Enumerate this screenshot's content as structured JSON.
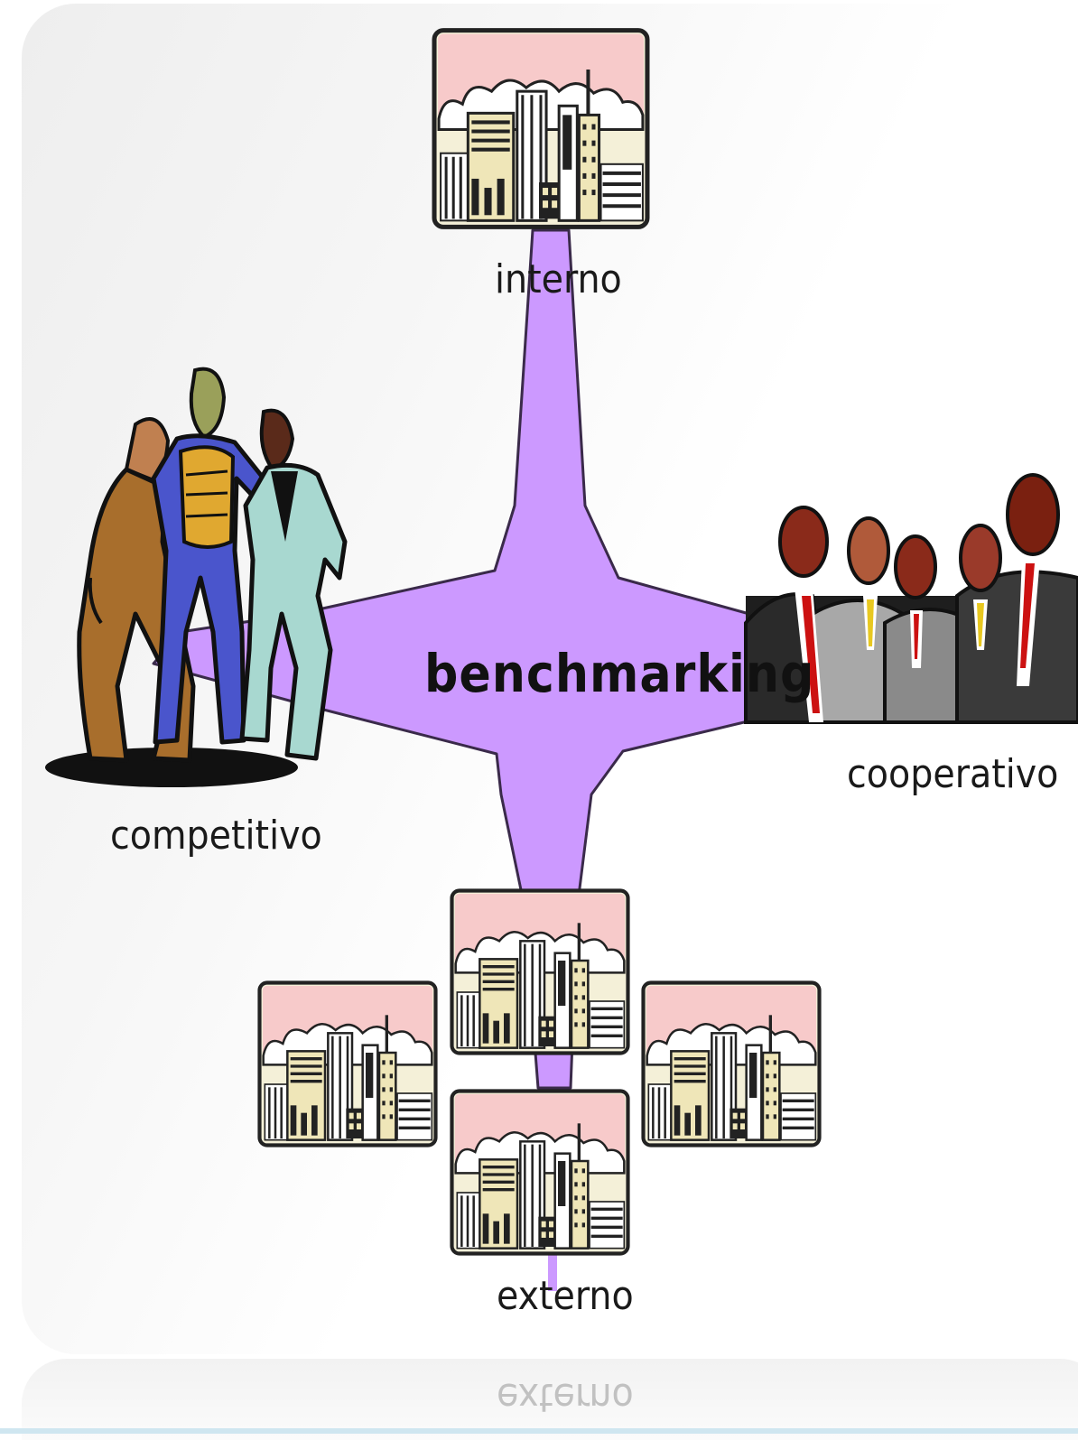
{
  "diagram": {
    "center": "benchmarking",
    "nodes": [
      {
        "id": "top",
        "label": "interno",
        "icon": "city-building-icon"
      },
      {
        "id": "left",
        "label": "competitivo",
        "icon": "arguing-businessmen-icon"
      },
      {
        "id": "right",
        "label": "cooperativo",
        "icon": "business-group-icon"
      },
      {
        "id": "bottom",
        "label": "externo",
        "icon": "city-buildings-group-icon"
      }
    ],
    "reflection_text": "externo",
    "colors": {
      "star_fill": "#cc99ff",
      "star_edge": "#3a2a4a",
      "tile_sky": "#f7caca",
      "tile_frame": "#222222",
      "tile_bg": "#f4f0d8"
    }
  }
}
